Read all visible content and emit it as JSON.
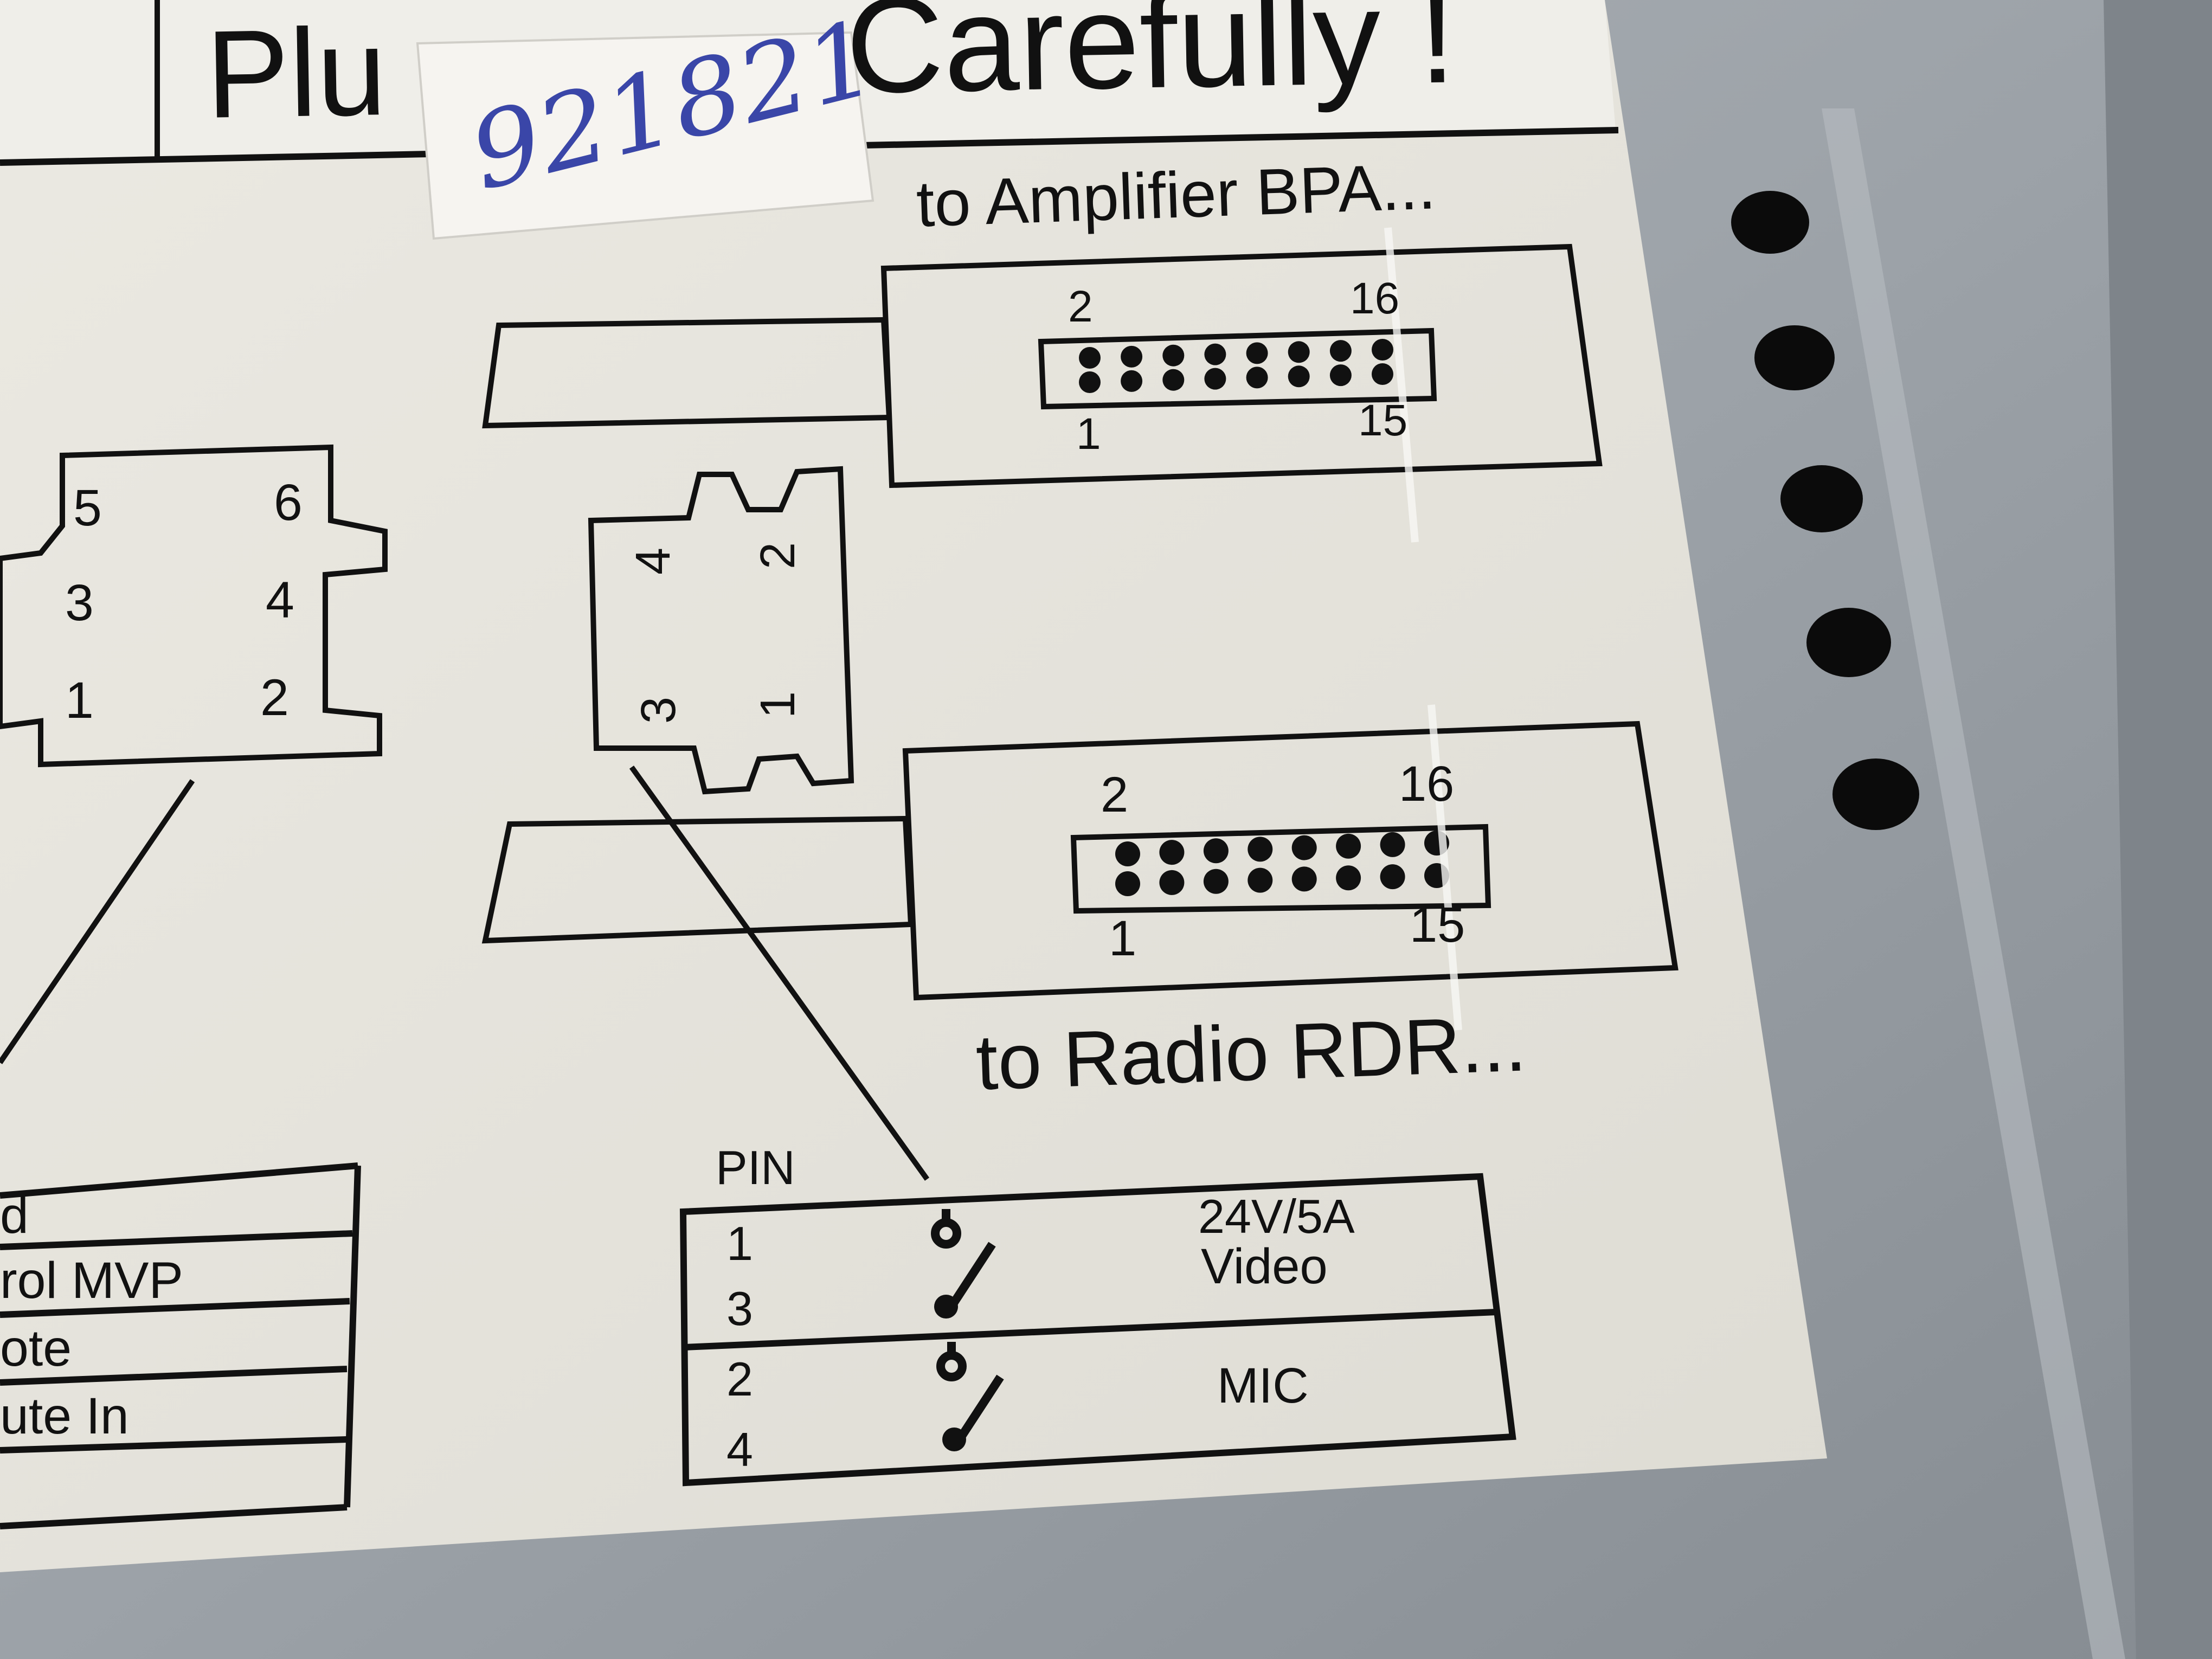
{
  "label": {
    "title_start": "Plu",
    "title_end": "Carefully !",
    "handwritten_sticker": "921821",
    "amplifier_caption": "to Amplifier BPA...",
    "radio_caption": "to Radio RDR...",
    "amp_connector_pins": {
      "top_left": "2",
      "top_right": "16",
      "bottom_left": "1",
      "bottom_right": "15"
    },
    "radio_connector_pins": {
      "top_left": "2",
      "top_right": "16",
      "bottom_left": "1",
      "bottom_right": "15"
    },
    "six_pin_connector": [
      "5",
      "6",
      "3",
      "4",
      "1",
      "2"
    ],
    "four_pin_connector": [
      "4",
      "2",
      "3",
      "1"
    ],
    "pin_table": {
      "header": "PIN",
      "rows": [
        {
          "pins": [
            "1",
            "3"
          ],
          "labels": [
            "24V/5A",
            "Video"
          ]
        },
        {
          "pins": [
            "2",
            "4"
          ],
          "labels": [
            "MIC"
          ]
        }
      ]
    },
    "left_table_rows": [
      "d",
      "rol MVP",
      "ote",
      "ute In",
      ""
    ]
  },
  "colors": {
    "paper": "#e8e6df",
    "ink": "#111111",
    "metal": "#9aa0a6",
    "sticker": "#f4f2ee",
    "handwriting": "#3a46a8"
  }
}
